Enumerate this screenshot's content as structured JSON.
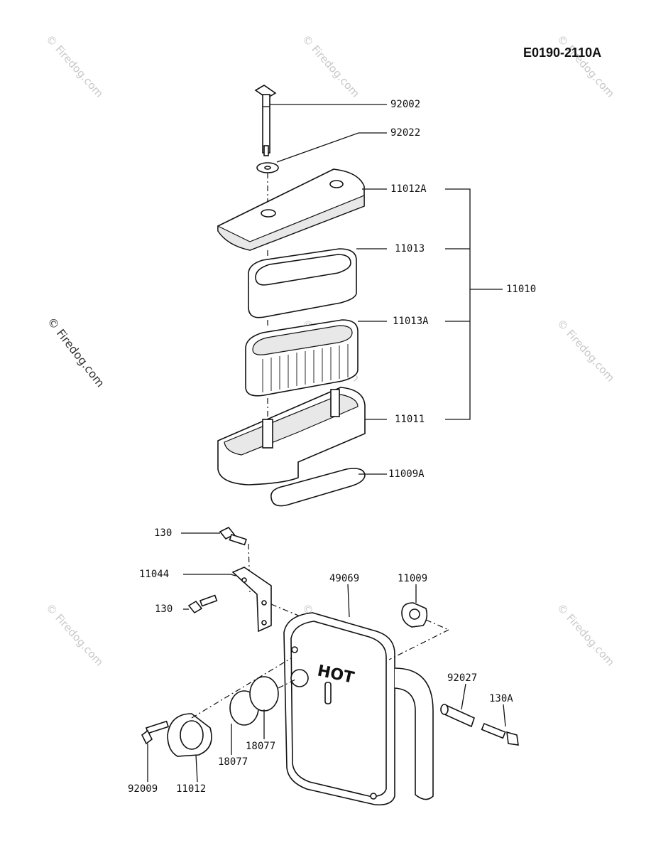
{
  "diagram_code": "E0190-2110A",
  "watermark": "© Firedog.com",
  "parts": {
    "wing_bolt": "92002",
    "washer": "92022",
    "cover": "11012A",
    "foam_element": "11013",
    "paper_element": "11013A",
    "assembly": "11010",
    "base": "11011",
    "base_gasket": "11009A",
    "bracket_bolt_top": "130",
    "bracket": "11044",
    "bracket_bolt_side": "130",
    "muffler": "49069",
    "muffler_gasket": "11009",
    "pipe": "92027",
    "pipe_bolt": "130A",
    "cap_a": "18077",
    "cap_b": "18077",
    "bolt_small": "92009",
    "flange": "11012"
  },
  "muffler_marking": "HOT"
}
